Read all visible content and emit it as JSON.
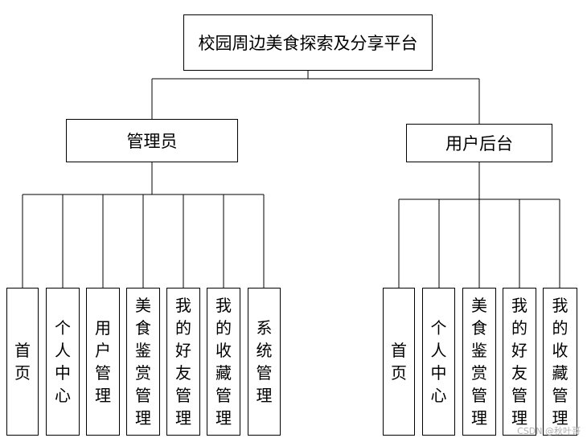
{
  "root": {
    "label": "校园周边美食探索及分享平台"
  },
  "groups": [
    {
      "label": "管理员",
      "children": [
        "首页",
        "个人中心",
        "用户管理",
        "美食鉴赏管理",
        "我的好友管理",
        "我的收藏管理",
        "系统管理"
      ]
    },
    {
      "label": "用户后台",
      "children": [
        "首页",
        "个人中心",
        "美食鉴赏管理",
        "我的好友管理",
        "我的收藏管理"
      ]
    }
  ],
  "watermark": "CSDN @秋叶哥"
}
